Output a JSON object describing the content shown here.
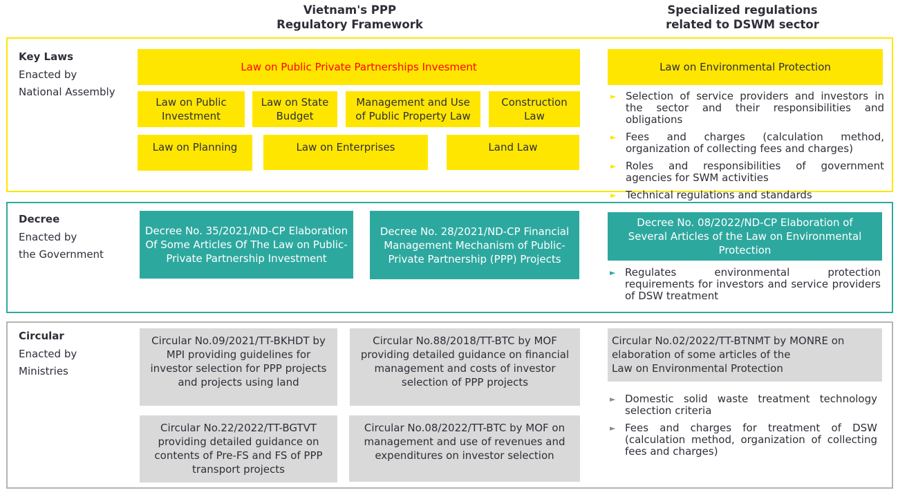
{
  "headers": {
    "ppp": [
      "Vietnam's PPP",
      "Regulatory Framework"
    ],
    "dswm": [
      "Specialized regulations",
      "related to DSWM sector"
    ]
  },
  "tiers": {
    "laws": {
      "title": "Key Laws",
      "enacted": [
        "Enacted by",
        "National Assembly"
      ],
      "main_law": "Law on Public Private Partnerships Invesment",
      "laws": [
        "Law on Public Investment",
        "Law on State Budget",
        "Management and Use of Public Property Law",
        "Construction Law",
        "Law on Planning",
        "Law on Enterprises",
        "Land Law"
      ],
      "sector_law": "Law on Environmental Protection",
      "sector_bullets": [
        "Selection of service providers and investors in the sector and their responsibilities and obligations",
        "Fees and charges (calculation method, organization of collecting fees and charges)",
        "Roles and responsibilities of government agencies for SWM activities",
        "Technical regulations and standards"
      ]
    },
    "decree": {
      "title": "Decree",
      "enacted": [
        "Enacted by",
        "the Government"
      ],
      "items": [
        "Decree No. 35/2021/ND-CP Elaboration Of Some Articles Of The Law on Public-Private Partnership Investment",
        "Decree No. 28/2021/ND-CP Financial Management Mechanism of Public-Private Partnership (PPP) Projects"
      ],
      "sector_item": "Decree No. 08/2022/ND-CP Elaboration of Several Articles of the Law on Environmental Protection",
      "sector_bullets": [
        "Regulates environmental protection requirements for investors and service providers of DSW treatment"
      ]
    },
    "circular": {
      "title": "Circular",
      "enacted": [
        "Enacted by",
        "Ministries"
      ],
      "items": [
        "Circular No.09/2021/TT-BKHDT by MPI providing guidelines for investor selection for PPP projects and projects using land",
        "Circular No.88/2018/TT-BTC by MOF providing detailed guidance on financial management and costs of investor selection of PPP projects",
        "Circular No.22/2022/TT-BGTVT providing detailed guidance on contents of Pre-FS and FS of PPP transport projects",
        "Circular No.08/2022/TT-BTC by MOF on management and use of revenues and expenditures on investor selection"
      ],
      "sector_item": [
        "Circular No.02/2022/TT-BTNMT by MONRE on",
        "elaboration of some articles of the",
        "Law on Environmental Protection"
      ],
      "sector_bullets": [
        "Domestic solid waste treatment technology selection criteria",
        "Fees and charges for treatment of DSW (calculation method, organization of collecting fees and charges)"
      ]
    }
  },
  "colors": {
    "yellow": "#ffe600",
    "teal": "#2da89f",
    "grey": "#d9d9d9",
    "red": "#ff0000",
    "text": "#2e2e38"
  },
  "bullet_icon": "triangle-right-icon"
}
